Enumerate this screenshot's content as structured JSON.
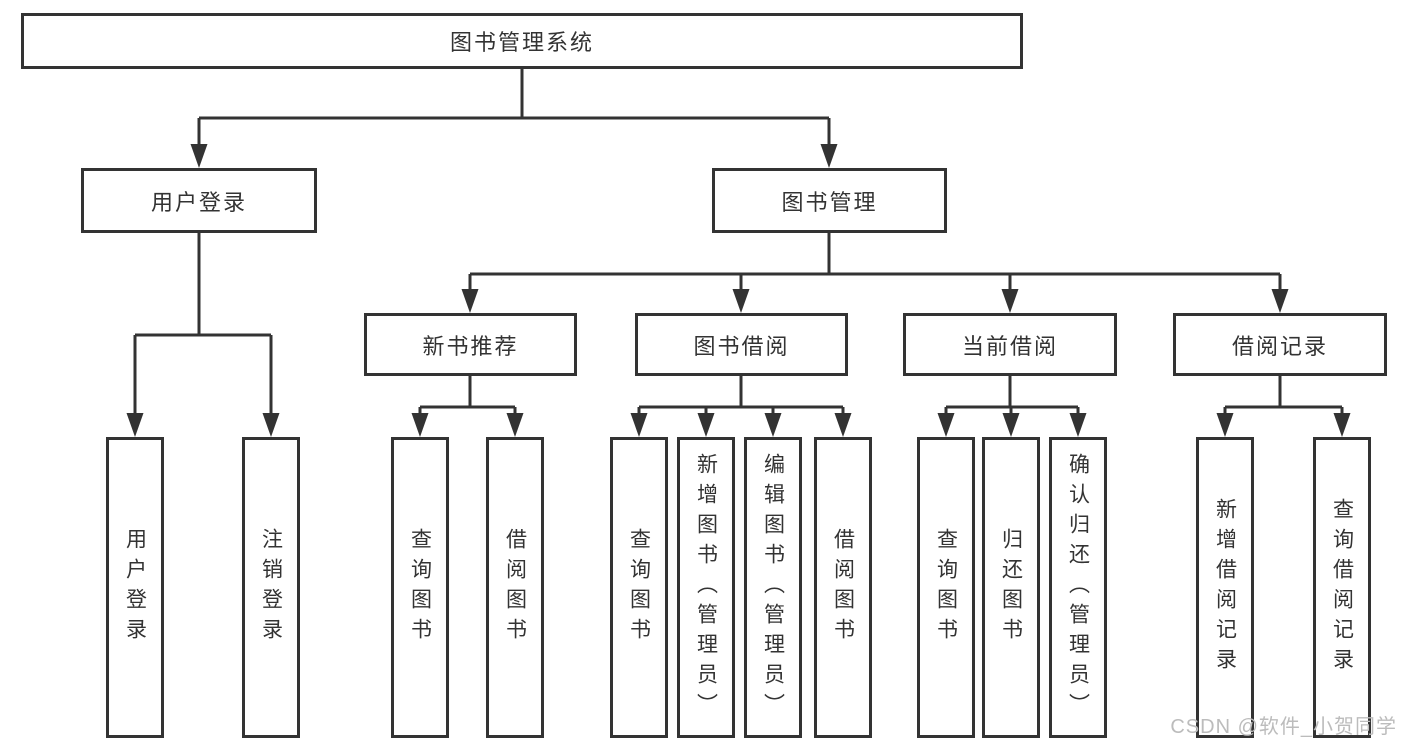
{
  "diagram": {
    "root": {
      "label": "图书管理系统"
    },
    "branches": [
      {
        "label": "用户登录",
        "children": [
          {
            "label": "用户登录"
          },
          {
            "label": "注销登录"
          }
        ]
      },
      {
        "label": "图书管理",
        "children": [
          {
            "label": "新书推荐",
            "children": [
              {
                "label": "查询图书"
              },
              {
                "label": "借阅图书"
              }
            ]
          },
          {
            "label": "图书借阅",
            "children": [
              {
                "label": "查询图书"
              },
              {
                "label": "新增图书（管理员）"
              },
              {
                "label": "编辑图书（管理员）"
              },
              {
                "label": "借阅图书"
              }
            ]
          },
          {
            "label": "当前借阅",
            "children": [
              {
                "label": "查询图书"
              },
              {
                "label": "归还图书"
              },
              {
                "label": "确认归还（管理员）"
              }
            ]
          },
          {
            "label": "借阅记录",
            "children": [
              {
                "label": "新增借阅记录"
              },
              {
                "label": "查询借阅记录"
              }
            ]
          }
        ]
      }
    ]
  },
  "colors": {
    "line": "#333333",
    "box_background": "#ffffff",
    "watermark_text": "#bcbcbc",
    "background": "#ffffff"
  },
  "watermark": {
    "text": "CSDN @软件_小贺同学"
  }
}
